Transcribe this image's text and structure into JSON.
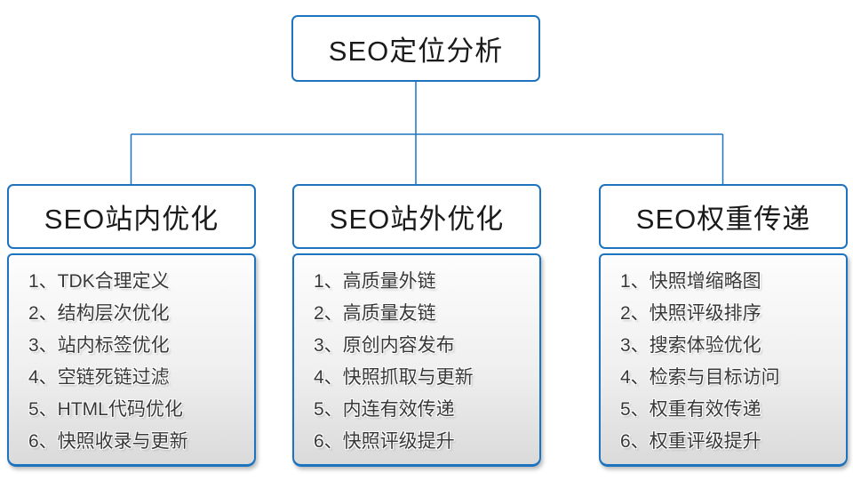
{
  "colors": {
    "accent_blue": "#1E73BE",
    "header_text": "#1a1a1a",
    "item_text": "#383838",
    "list_gradient_top": "#fdfdfd",
    "list_gradient_bottom": "#dadada"
  },
  "diagram": {
    "root": {
      "title": "SEO定位分析"
    },
    "columns": [
      {
        "title": "SEO站内优化",
        "items": [
          "1、TDK合理定义",
          "2、结构层次优化",
          "3、站内标签优化",
          "4、空链死链过滤",
          "5、HTML代码优化",
          "6、快照收录与更新"
        ]
      },
      {
        "title": "SEO站外优化",
        "items": [
          "1、高质量外链",
          "2、高质量友链",
          "3、原创内容发布",
          "4、快照抓取与更新",
          "5、内连有效传递",
          "6、快照评级提升"
        ]
      },
      {
        "title": "SEO权重传递",
        "items": [
          "1、快照增缩略图",
          "2、快照评级排序",
          "3、搜索体验优化",
          "4、检索与目标访问",
          "5、权重有效传递",
          "6、权重评级提升"
        ]
      }
    ]
  }
}
